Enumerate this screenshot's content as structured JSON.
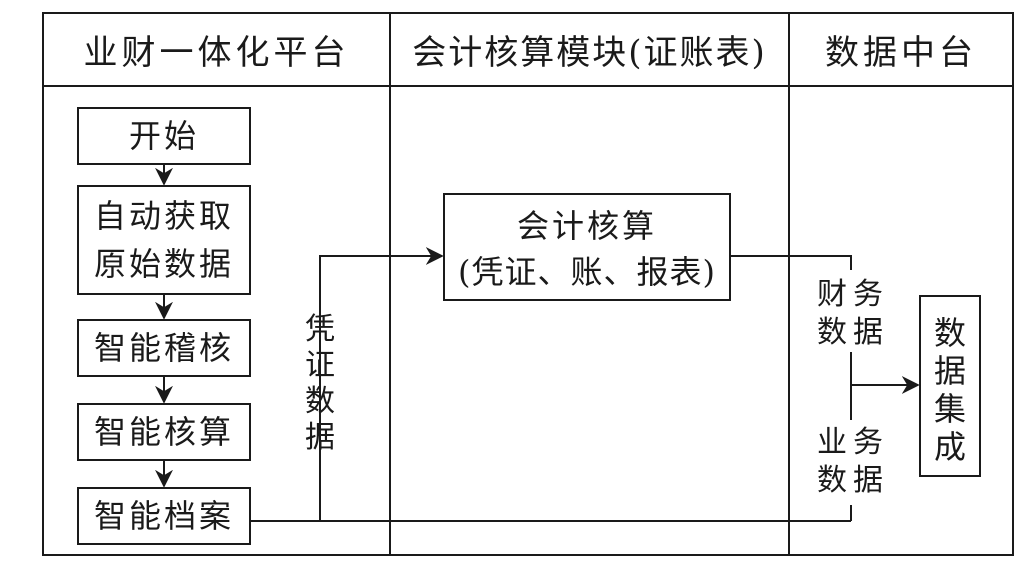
{
  "headers": {
    "col1": "业财一体化平台",
    "col2": "会计核算模块(证账表)",
    "col3": "数据中台"
  },
  "flow": {
    "start": "开始",
    "get_data_line1": "自动获取",
    "get_data_line2": "原始数据",
    "audit": "智能稽核",
    "accounting": "智能核算",
    "archive": "智能档案"
  },
  "edges": {
    "voucher_data": "凭证数据"
  },
  "accounting_module": {
    "title": "会计核算",
    "subtitle": "(凭证、账、报表)"
  },
  "data_center": {
    "finance_line1": "财务",
    "finance_line2": "数据",
    "business_line1": "业务",
    "business_line2": "数据",
    "integration": "数据集成"
  }
}
